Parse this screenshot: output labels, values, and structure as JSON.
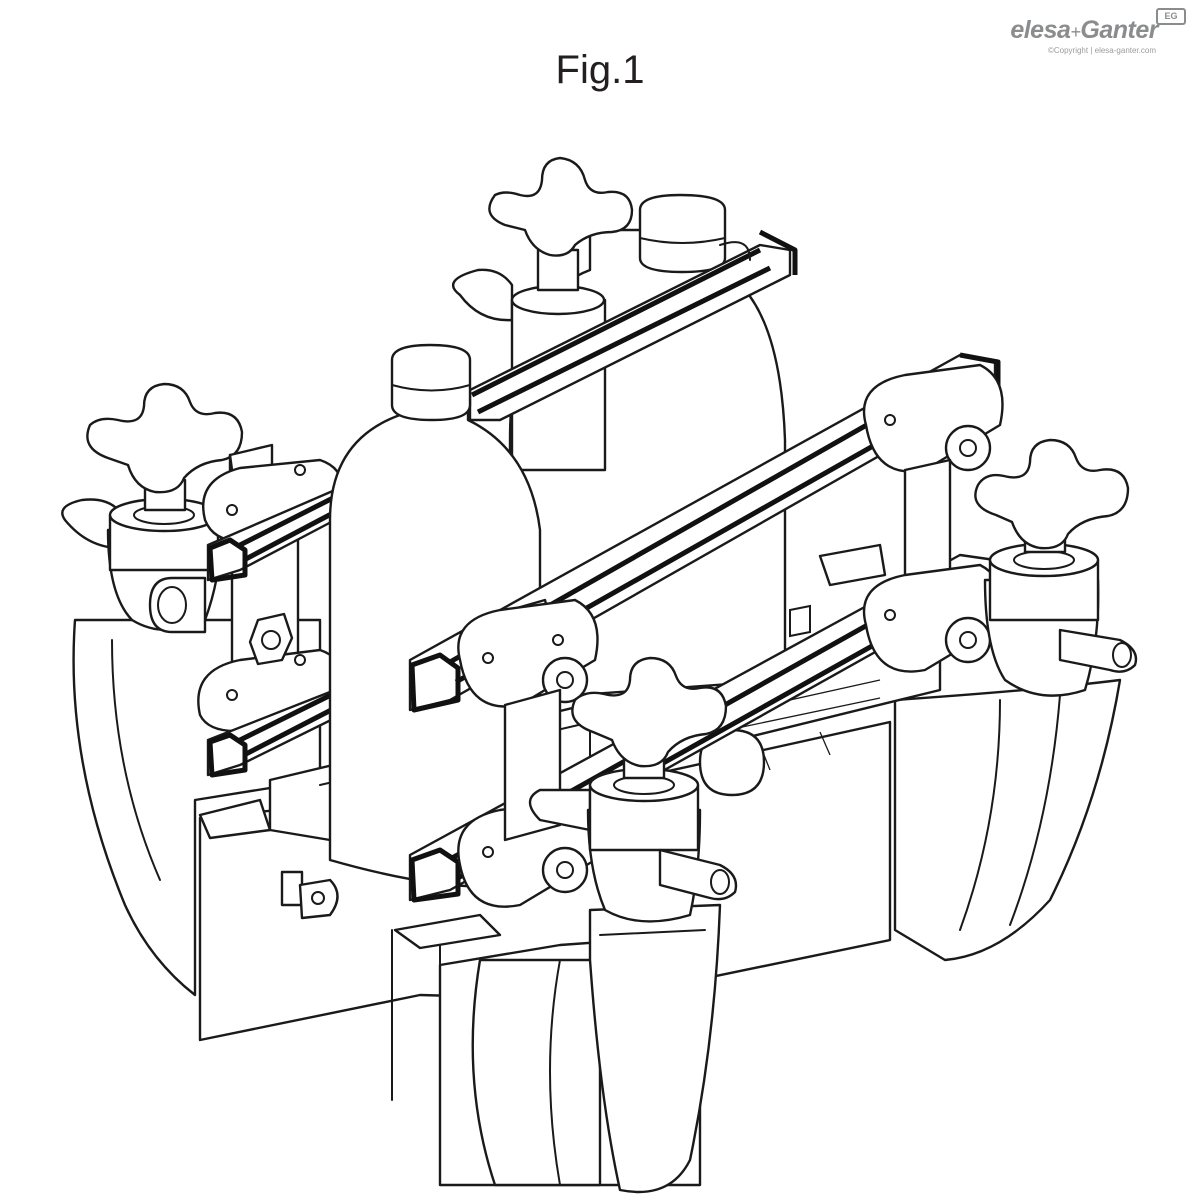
{
  "figure": {
    "title": "Fig.1"
  },
  "logo": {
    "brand_left": "elesa",
    "brand_plus": "+",
    "brand_right": "Ganter",
    "badge": "EG",
    "copyright": "©Copyright | elesa-ganter.com",
    "color": "#8a8c8e"
  },
  "drawing": {
    "line_color": "#1a1a1a",
    "fill_color": "#ffffff"
  }
}
